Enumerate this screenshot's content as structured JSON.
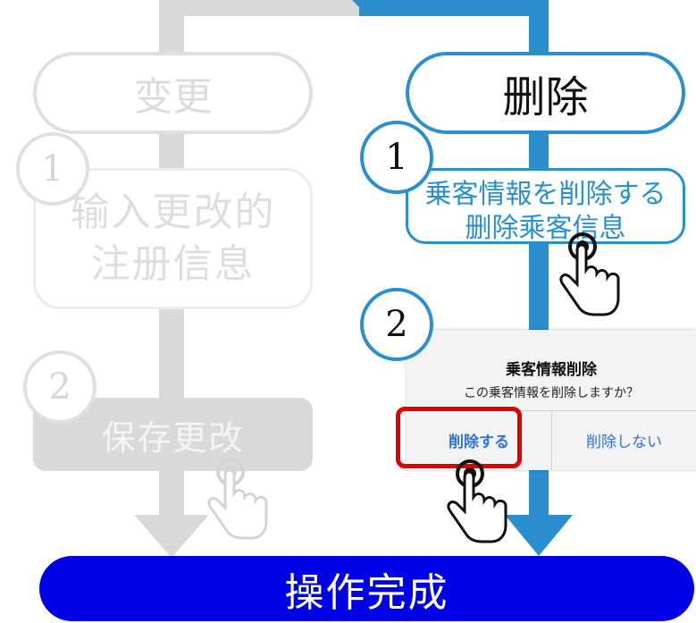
{
  "left_branch": {
    "header": "变更",
    "step1": {
      "number": "1",
      "line1": "输入更改的",
      "line2": "注册信息"
    },
    "step2": {
      "number": "2",
      "label": "保存更改"
    }
  },
  "right_branch": {
    "header": "删除",
    "step1": {
      "number": "1",
      "line1": "乗客情報を削除する",
      "line2": "删除乘客信息"
    },
    "step2": {
      "number": "2"
    }
  },
  "dialog": {
    "title": "乗客情報削除",
    "message": "この乗客情報を削除しますか？",
    "confirm_label": "削除する",
    "cancel_label": "削除しない"
  },
  "footer": {
    "label": "操作完成"
  },
  "colors": {
    "active_blue": "#2a8fcc",
    "inactive_gray": "#d9d9d9",
    "highlight_red": "#e00000",
    "done_bar": "#0000e6",
    "dialog_button": "#2f73d6"
  }
}
